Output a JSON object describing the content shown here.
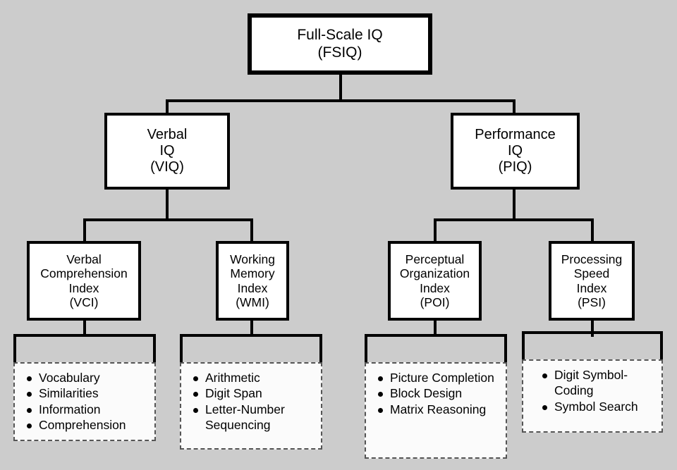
{
  "diagram": {
    "title": "Full-Scale IQ hierarchical structure",
    "background_color": "#cccccc",
    "box_fill_color": "#ffffff",
    "line_color": "#000000",
    "dashed_box_border_color": "#555555"
  },
  "root": {
    "line1": "Full-Scale IQ",
    "line2": "(FSIQ)"
  },
  "tier2": [
    {
      "line1": "Verbal",
      "line2": "IQ",
      "line3": "(VIQ)"
    },
    {
      "line1": "Performance",
      "line2": "IQ",
      "line3": "(PIQ)"
    }
  ],
  "tier3": [
    {
      "line1": "Verbal",
      "line2": "Comprehension",
      "line3": "Index",
      "line4": "(VCI)"
    },
    {
      "line1": "Working",
      "line2": "Memory",
      "line3": "Index",
      "line4": "(WMI)"
    },
    {
      "line1": "Perceptual",
      "line2": "Organization",
      "line3": "Index",
      "line4": "(POI)"
    },
    {
      "line1": "Processing",
      "line2": "Speed",
      "line3": "Index",
      "line4": "(PSI)"
    }
  ],
  "subtests": [
    {
      "index": "VCI",
      "items": [
        {
          "text": "Vocabulary"
        },
        {
          "text": "Similarities"
        },
        {
          "text": "Information"
        },
        {
          "text": "Comprehension"
        }
      ]
    },
    {
      "index": "WMI",
      "items": [
        {
          "text": "Arithmetic"
        },
        {
          "text": "Digit Span"
        },
        {
          "text": "Letter-Number Sequencing"
        }
      ]
    },
    {
      "index": "POI",
      "items": [
        {
          "text": "Picture Completion"
        },
        {
          "text": "Block Design"
        },
        {
          "text": "Matrix Reasoning"
        }
      ]
    },
    {
      "index": "PSI",
      "items": [
        {
          "text": "Digit Symbol-Coding"
        },
        {
          "text": "Symbol Search"
        }
      ]
    }
  ]
}
